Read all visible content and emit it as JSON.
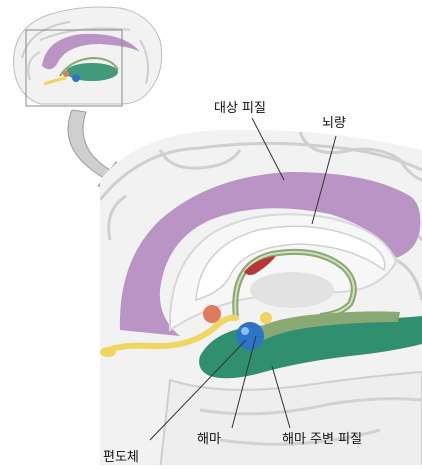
{
  "labels": {
    "cingulate": "대상 피질",
    "fornix": "뇌량",
    "amygdala": "편도체",
    "hippocampus": "해마",
    "parahippocampal": "해마 주변 피질"
  },
  "colors": {
    "cingulate": "#b994c4",
    "brain_fill": "#f2f2f2",
    "brain_gyri": "#cfcfcf",
    "fornix_ring": "#8aa873",
    "parahippocampal": "#2f8f6e",
    "amygdala": "#2d74c9",
    "olfactory": "#f0d660",
    "septal": "#e07a5f",
    "mammillary": "#b5373a",
    "thumb_frame": "#888888",
    "leader_lines": "#333333"
  },
  "icons": {
    "zoom_arrow": "curved-arrow-icon"
  }
}
